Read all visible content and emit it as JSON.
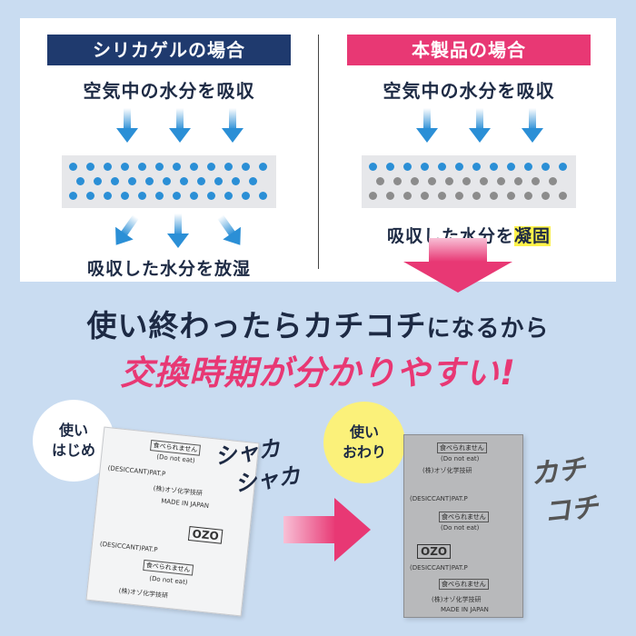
{
  "comparison": {
    "left": {
      "title": "シリカゲルの場合",
      "absorb_text": "空気中の水分を吸収",
      "result_text": "吸収した水分を放湿"
    },
    "right": {
      "title": "本製品の場合",
      "absorb_text": "空気中の水分を吸収",
      "result_prefix": "吸収した水分を",
      "result_highlight": "凝固"
    }
  },
  "headline": {
    "line1_a": "使い終わったらカチコチ",
    "line1_b": "になるから",
    "line2": "交換時期が分かりやすい!"
  },
  "before": {
    "badge": [
      "使い",
      "はじめ"
    ],
    "sound1": "シャカ",
    "sound2": "シャカ"
  },
  "after": {
    "badge": [
      "使い",
      "おわり"
    ],
    "sound1": "カチ",
    "sound2": "コチ"
  },
  "packet": {
    "not_edible": "食べられません",
    "do_not_eat": "(Do not eat)",
    "desiccant": "(DESICCANT)PAT.P",
    "maker": "(株)オゾ化学技研",
    "made_in": "MADE IN JAPAN",
    "logo": "OZO"
  },
  "colors": {
    "navy": "#1f3a6e",
    "pink": "#e83874",
    "blue_dot": "#2b8fd6",
    "gray_dot": "#8c8c8c",
    "highlight": "#fff34a"
  }
}
